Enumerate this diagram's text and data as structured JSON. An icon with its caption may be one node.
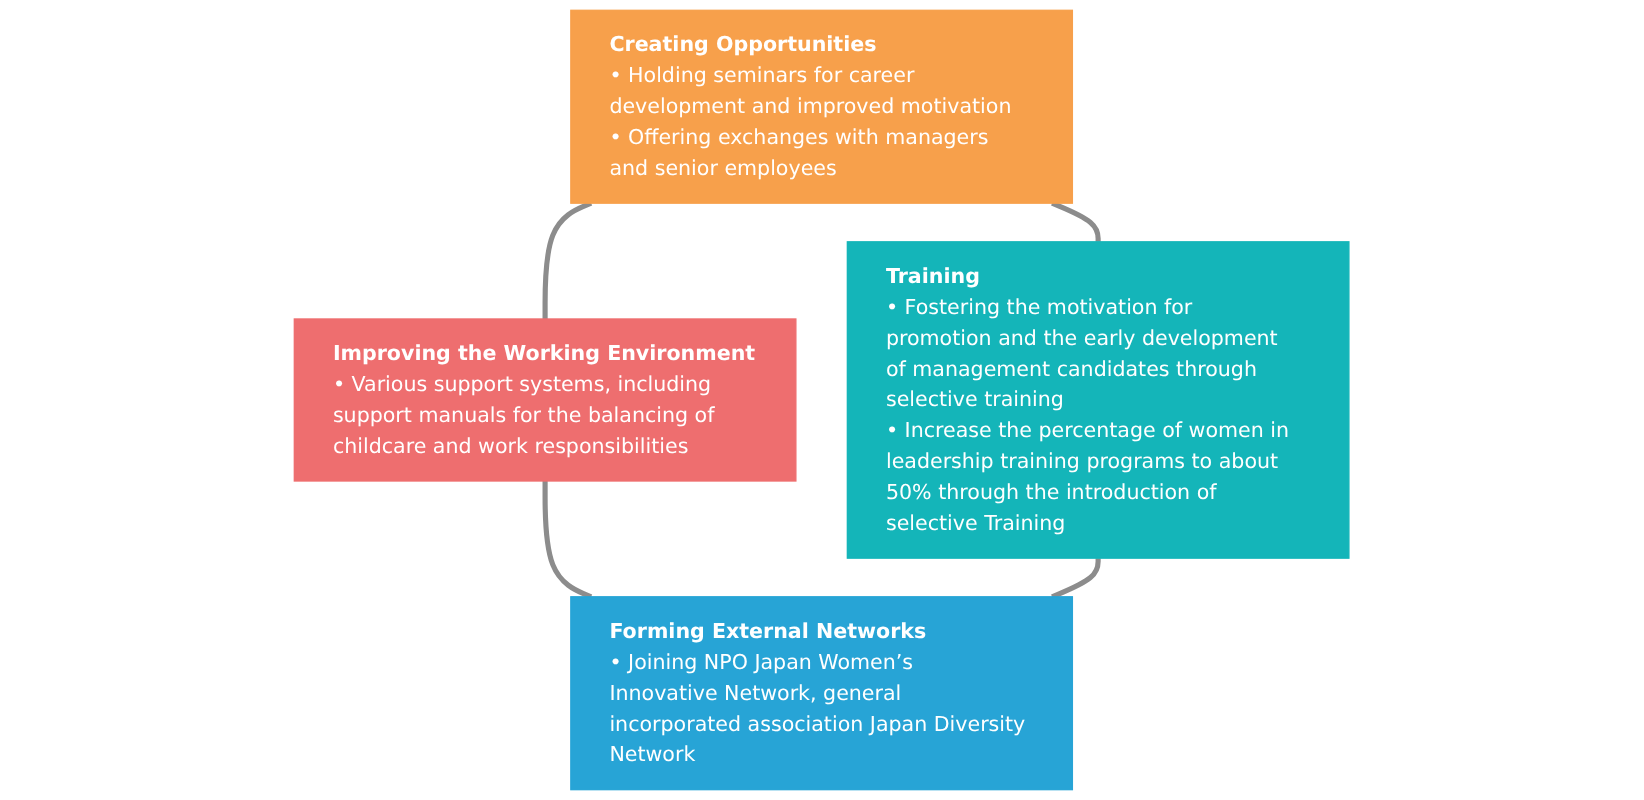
{
  "diagram": {
    "nodes": [
      {
        "text": [
          "Creating Opportunities",
          "• Holding seminars for career development and improved motivation",
          "• Offering exchanges with managers and senior employees"
        ]
      },
      {
        "text": [
          "Improving the Working Environment",
          "• Various support systems, including support manuals for the balancing of childcare and work responsibilities"
        ]
      },
      {
        "text": [
          "Training",
          "• Fostering the motivation for promotion and the early development of management candidates through selective training",
          "• Increase the percentage of women in leadership training programs to about 50% through the introduction of selective Training"
        ]
      },
      {
        "text": [
          "Forming External Networks",
          "• Joining NPO Japan Women’s Innovative Network, general incorporated association Japan Diversity Network"
        ]
      }
    ],
    "edges": [
      {
        "from": 0,
        "to": 1,
        "arrow": "none"
      },
      {
        "from": 0,
        "to": 2,
        "arrow": "none"
      },
      {
        "from": 1,
        "to": 3,
        "arrow": "none"
      },
      {
        "from": 2,
        "to": 3,
        "arrow": "none"
      }
    ]
  }
}
